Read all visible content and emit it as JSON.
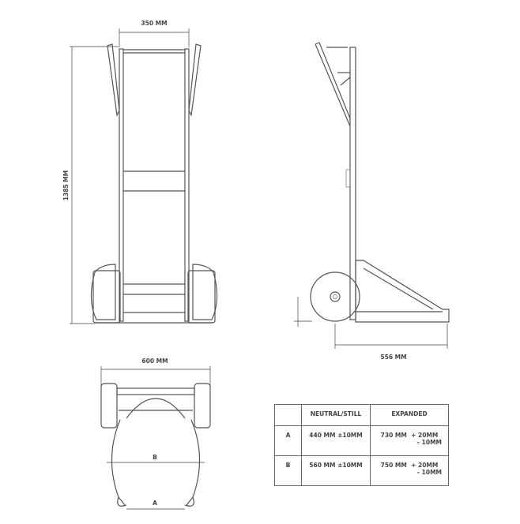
{
  "dimensions": {
    "front_width": "350 MM",
    "height": "1385 MM",
    "side_depth": "556 MM",
    "top_width": "600 MM",
    "label_a": "A",
    "label_b": "B"
  },
  "table": {
    "headers": [
      "",
      "NEUTRAL/STILL",
      "EXPANDED"
    ],
    "rows": [
      {
        "key": "A",
        "neutral": "440 MM ±10MM",
        "expanded": "730 MM",
        "plus": "+ 20MM",
        "minus": "- 10MM"
      },
      {
        "key": "B",
        "neutral": "560 MM ±10MM",
        "expanded": "750 MM",
        "plus": "+ 20MM",
        "minus": "- 10MM"
      }
    ]
  },
  "colors": {
    "line": "#555555",
    "text": "#444444"
  }
}
